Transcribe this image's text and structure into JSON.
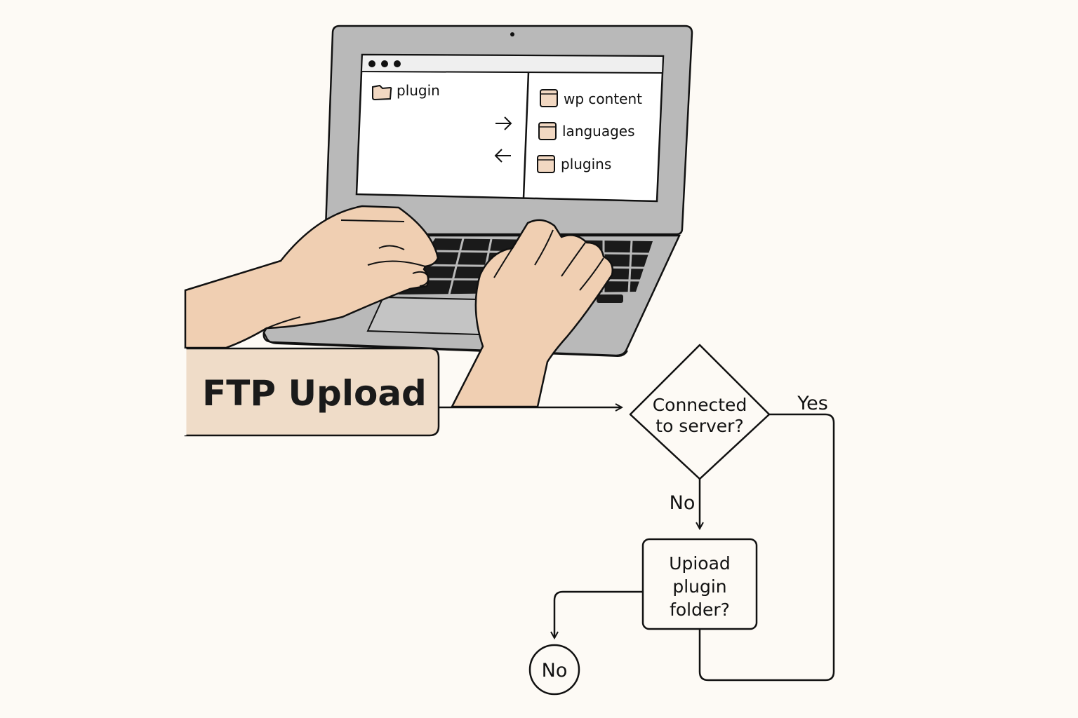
{
  "colors": {
    "background": "#fdfaf5",
    "laptop_body": "#b9b9b9",
    "screen": "#ffffff",
    "keys": "#1a1a1a",
    "skin": "#f0cfb2",
    "label_fill": "#efdcc8",
    "folder_fill": "#f2d8c2",
    "stroke": "#111111"
  },
  "screen": {
    "left_panel": {
      "folder_label": "plugin",
      "icon": "folder-icon"
    },
    "transfer_arrows": {
      "to_right": "arrow-right-icon",
      "to_left": "arrow-left-icon"
    },
    "right_panel": {
      "items": [
        {
          "label": "wp content",
          "icon": "folder-icon"
        },
        {
          "label": "languages",
          "icon": "folder-icon"
        },
        {
          "label": "plugins",
          "icon": "folder-icon"
        }
      ]
    }
  },
  "ftp_label": "FTP Upload",
  "flowchart": {
    "decision": {
      "line1": "Connected",
      "line2": "to server?"
    },
    "yes_label": "Yes",
    "no_label": "No",
    "process": {
      "line1": "Upioad",
      "line2": "plugin",
      "line3": "folder?"
    },
    "terminal": "No"
  }
}
